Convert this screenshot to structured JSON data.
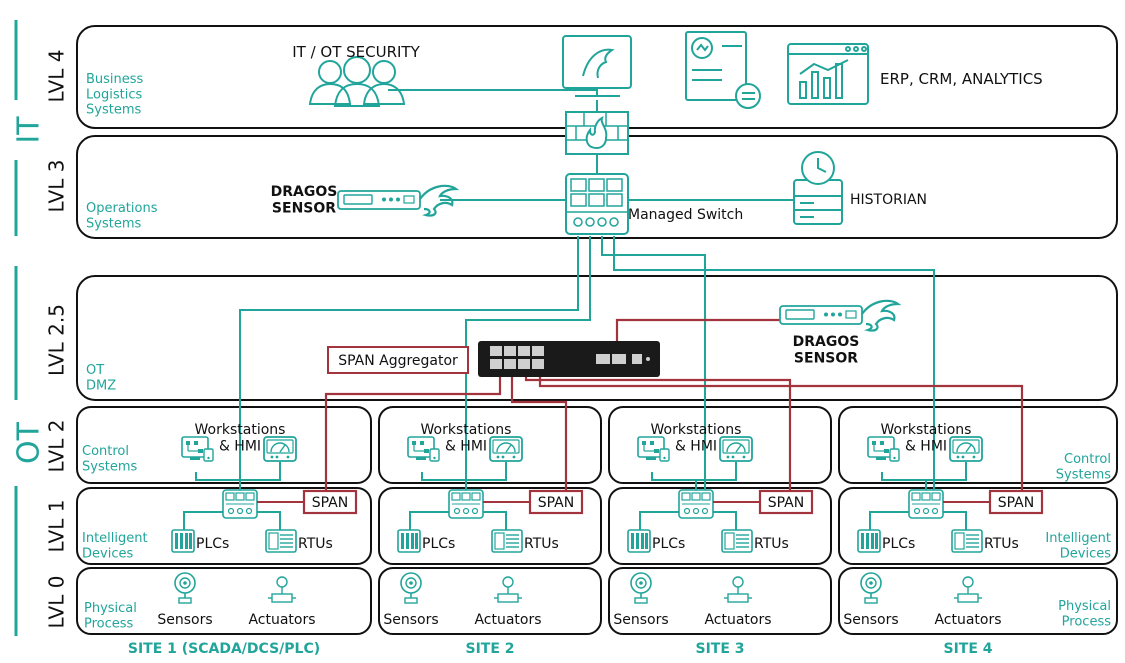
{
  "colors": {
    "teal": "#21a59b",
    "red": "#a3333d",
    "dark": "#111111",
    "white": "#ffffff"
  },
  "zones": {
    "it": "IT",
    "ot": "OT"
  },
  "levels": {
    "lvl4": {
      "tag": "LVL 4",
      "name": "Business\nLogistics\nSystems"
    },
    "lvl3": {
      "tag": "LVL 3",
      "name": "Operations\nSystems"
    },
    "lvl25": {
      "tag": "LVL 2.5",
      "name": "OT\nDMZ"
    },
    "lvl2": {
      "tag": "LVL 2",
      "name_left": "Control\nSystems",
      "name_right": "Control\nSystems"
    },
    "lvl1": {
      "tag": "LVL 1",
      "name_left": "Intelligent\nDevices",
      "name_right": "Intelligent\nDevices"
    },
    "lvl0": {
      "tag": "LVL 0",
      "name_left": "Physical\nProcess",
      "name_right": "Physical\nProcess"
    }
  },
  "top": {
    "it_ot_security": "IT / OT SECURITY",
    "erp": "ERP, CRM, ANALYTICS",
    "sensor_left": "DRAGOS\nSENSOR",
    "historian": "HISTORIAN",
    "managed_switch": "Managed Switch",
    "sensor_right": "DRAGOS\nSENSOR",
    "span_aggregator": "SPAN Aggregator"
  },
  "site_labels": {
    "workstations": "Workstations\n& HMI",
    "span": "SPAN",
    "plcs": "PLCs",
    "rtus": "RTUs",
    "sensors": "Sensors",
    "actuators": "Actuators"
  },
  "sites": [
    "SITE 1 (SCADA/DCS/PLC)",
    "SITE 2",
    "SITE 3",
    "SITE 4"
  ]
}
